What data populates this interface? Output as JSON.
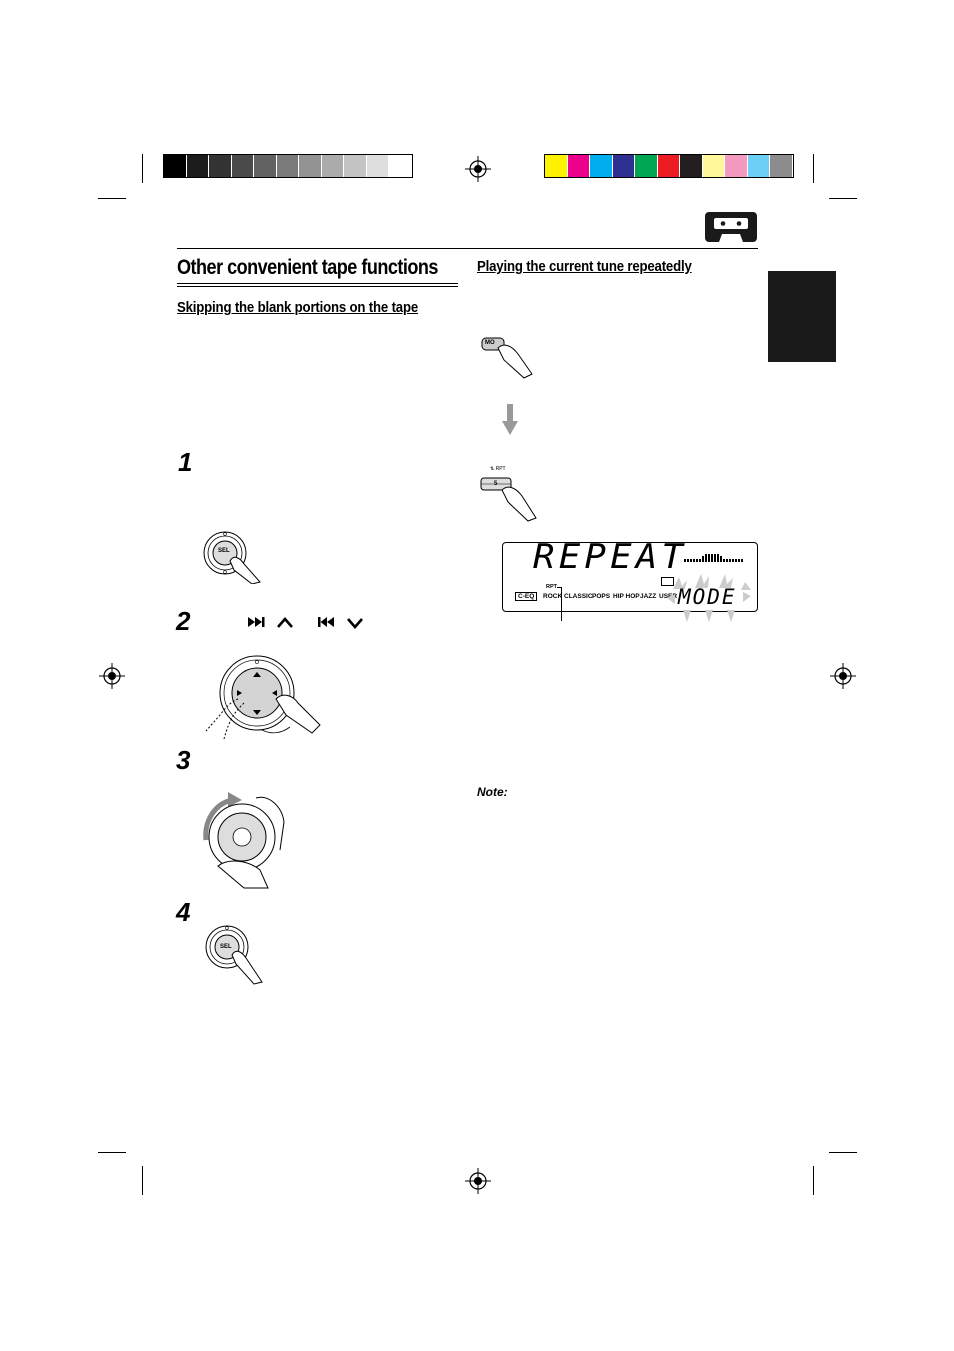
{
  "page": {
    "title": "Other convenient tape functions",
    "subtitle_left": "Skipping the blank portions on the tape",
    "subtitle_right": "Playing the current tune repeatedly",
    "note_label": "Note:"
  },
  "steps": [
    "1",
    "2",
    "3",
    "4"
  ],
  "buttons": {
    "sel": "SEL",
    "mo": "MO",
    "preset_5": "5",
    "preset_marks": "⇅  RPT"
  },
  "display": {
    "main_text": "REPEAT",
    "sub_text": "MODE",
    "rpt_indicator": "RPT",
    "ceq": "C-EQ",
    "eq_modes": [
      "ROCK",
      "CLASSIC",
      "POPS",
      "HIP HOP",
      "JAZZ",
      "USER"
    ]
  },
  "colors": {
    "grayscale_bar": [
      "#000000",
      "#1c1c1c",
      "#333333",
      "#4a4a4a",
      "#626262",
      "#7a7a7a",
      "#939393",
      "#ababab",
      "#c4c4c4",
      "#dedede",
      "#ffffff"
    ],
    "color_bar": [
      "#fff200",
      "#ec008c",
      "#00aeef",
      "#2e3192",
      "#00a651",
      "#ed1c24",
      "#231f20",
      "#fff799",
      "#f49ac1",
      "#6dcff6",
      "#8c8c8c"
    ],
    "tab": "#1a1a1a"
  },
  "icons": [
    "cassette-icon",
    "registration-mark-icon",
    "finger-press-icon",
    "down-arrow-icon",
    "rotation-arrow-icon"
  ]
}
